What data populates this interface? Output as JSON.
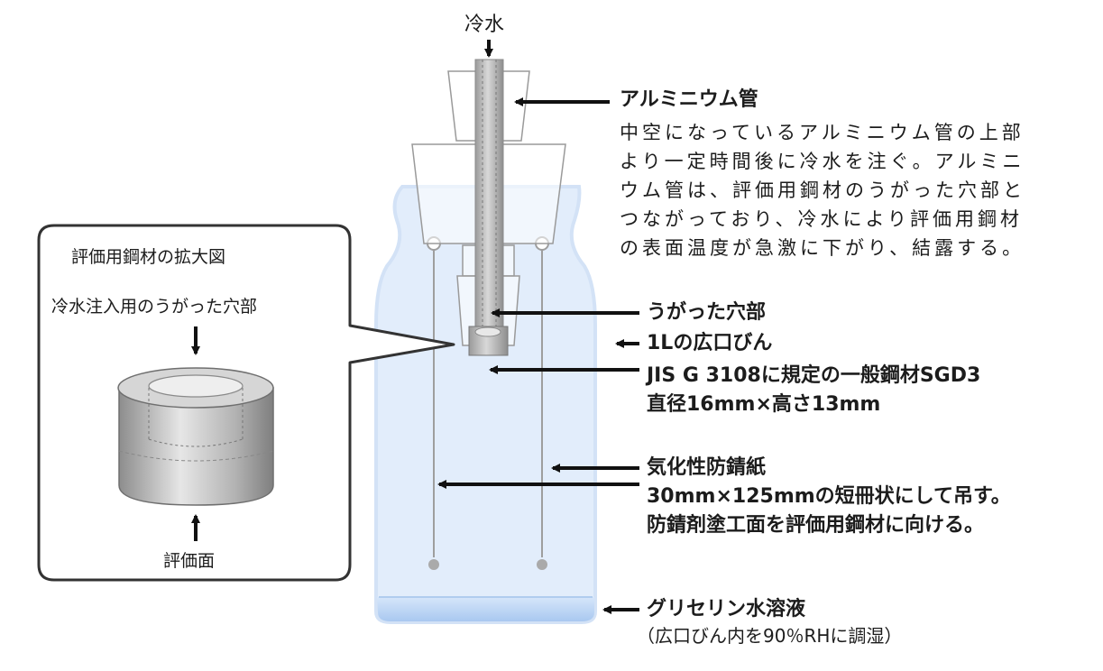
{
  "top_label": "冷水",
  "aluminum": {
    "title": "アルミニウム管",
    "description_lines": [
      "中空になっているアルミニウム管の上部",
      "より一定時間後に冷水を注ぐ。アルミニ",
      "ウム管は、評価用鋼材のうがった穴部と",
      "つながっており、冷水により評価用鋼材",
      "の表面温度が急激に下がり、結露する。"
    ]
  },
  "hole_label": "うがった穴部",
  "bottle_label": "1Lの広口びん",
  "steel": {
    "line1": "JIS G 3108に規定の一般鋼材SGD3",
    "line2": "直径16mm×高さ13mm"
  },
  "paper": {
    "title": "気化性防錆紙",
    "line1": "30mm×125mmの短冊状にして吊す。",
    "line2": "防錆剤塗工面を評価用鋼材に向ける。"
  },
  "glycerin": {
    "title": "グリセリン水溶液",
    "line1": "（広口びん内を90％RHに調湿）"
  },
  "inset": {
    "title": "評価用鋼材の拡大図",
    "hole_caption": "冷水注入用のうがった穴部",
    "face_caption": "評価面"
  },
  "colors": {
    "bottle_fill": "#dbe9fb",
    "bottle_stroke": "#c9dcf4",
    "liquid": "#b9d3f3",
    "tube": "#a9a9a9",
    "arrow": "#111111"
  }
}
